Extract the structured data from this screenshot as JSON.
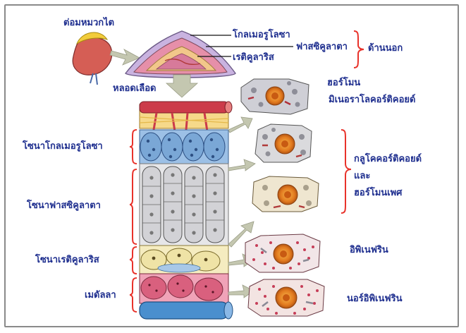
{
  "labels": {
    "adrenal_gland": "ต่อมหมวกไต",
    "zona_glomerulosa": "โกลเมอรูโลซา",
    "zona_fasciculata": "ฟาสซิคูลาตา",
    "zona_reticularis": "เรติคูลาริส",
    "cortex": "ด้านนอก",
    "blood_vessel": "หลอดเลือด",
    "zone_glomerulosa": "โซนาโกลเมอรูโลซา",
    "zone_fasciculata": "โซนาฟาสซิคูลาตา",
    "zone_reticularis": "โซนาเรติคูลาริส",
    "medulla": "เมดัลลา",
    "hormone": "ฮอร์โมน",
    "mineralocorticoid": "มิเนอราโลคอร์ติคอยด์",
    "glucocorticoid": "กลูโคคอร์ติคอยด์",
    "and": "และ",
    "sex_hormone": "ฮอร์โมนเพศ",
    "epinephrine": "อิพิเนฟริน",
    "norepinephrine": "นอร์อิพิเนฟริน"
  },
  "colors": {
    "label_text": "#1f2f8f",
    "bracket": "#e8322a",
    "outer_zone": "#c9b3e0",
    "cortex_pink": "#e68fa9",
    "glomerulosa_cells": "#7aa7d6",
    "fasciculata_cells": "#c8c8cc",
    "reticularis_cells": "#efe3a6",
    "medulla_cells": "#d9607e",
    "vein": "#4a8fce",
    "artery": "#cc3b4a",
    "arrow": "#c4c7b0"
  }
}
